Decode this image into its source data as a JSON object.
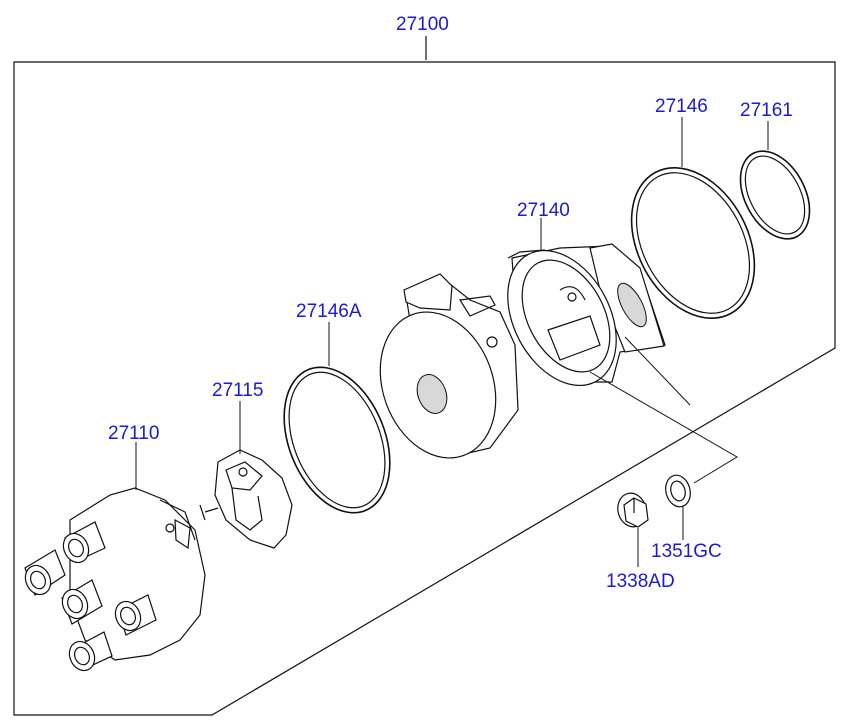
{
  "diagram": {
    "assembly_label": "27100",
    "parts": [
      {
        "id": "cap",
        "label": "27110"
      },
      {
        "id": "rotor",
        "label": "27115"
      },
      {
        "id": "oring-small",
        "label": "27146A"
      },
      {
        "id": "housing",
        "label": "27140"
      },
      {
        "id": "oring-large",
        "label": "27146"
      },
      {
        "id": "oring-back",
        "label": "27161"
      },
      {
        "id": "washer",
        "label": "1351GC"
      },
      {
        "id": "nut",
        "label": "1338AD"
      }
    ]
  }
}
